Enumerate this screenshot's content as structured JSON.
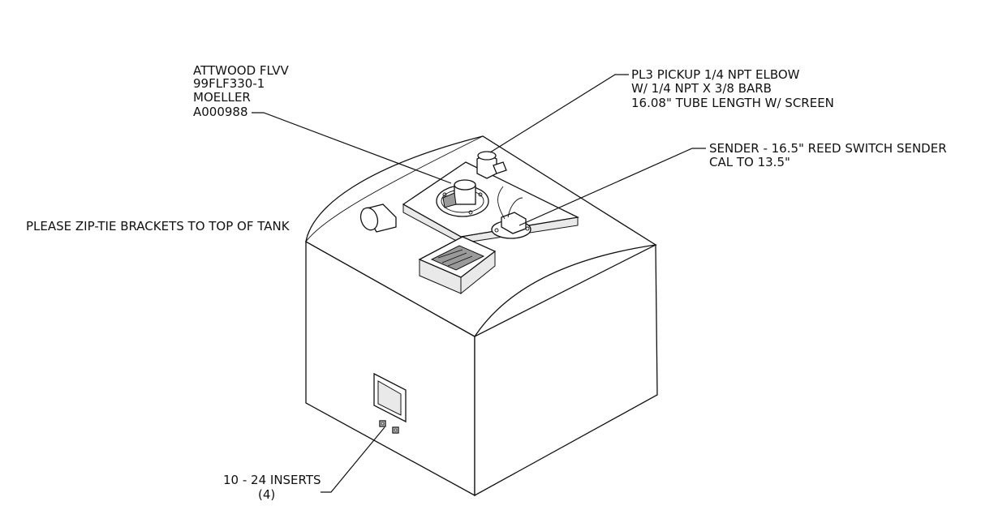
{
  "callouts": {
    "flvv": [
      "ATTWOOD FLVV",
      "99FLF330-1",
      "MOELLER",
      "A000988"
    ],
    "pickup": [
      "PL3 PICKUP 1/4 NPT ELBOW",
      "W/ 1/4 NPT X 3/8 BARB",
      "16.08\" TUBE LENGTH W/ SCREEN"
    ],
    "sender": [
      "SENDER - 16.5\" REED SWITCH SENDER",
      "CAL TO 13.5\""
    ],
    "note": "PLEASE ZIP-TIE BRACKETS TO TOP OF TANK",
    "inserts": [
      "10 - 24 INSERTS",
      "(4)"
    ]
  }
}
